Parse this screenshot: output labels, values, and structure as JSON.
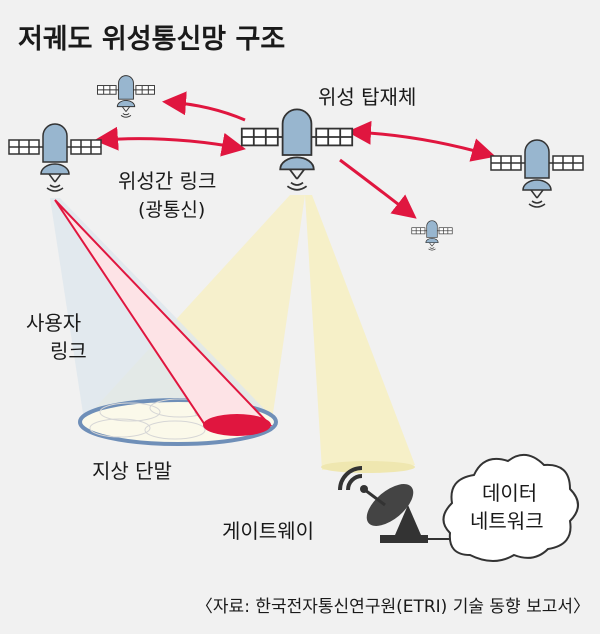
{
  "title": "저궤도 위성통신망 구조",
  "labels": {
    "satellite_payload": "위성 탑재체",
    "inter_satellite_link": "위성간 링크",
    "inter_satellite_link_sub": "(광통신)",
    "user_link_1": "사용자",
    "user_link_2": "링크",
    "ground_terminal": "지상 단말",
    "gateway": "게이트웨이",
    "data_network_1": "데이터",
    "data_network_2": "네트워크"
  },
  "source": "〈자료: 한국전자통신연구원(ETRI) 기술 동향 보고서〉",
  "colors": {
    "link_red": "#e0163f",
    "satellite_body": "#98b6cf",
    "beam_yellow": "#f6f0c8",
    "beam_blue": "#dfe7ee",
    "ground_ring": "#6f8fb8"
  }
}
